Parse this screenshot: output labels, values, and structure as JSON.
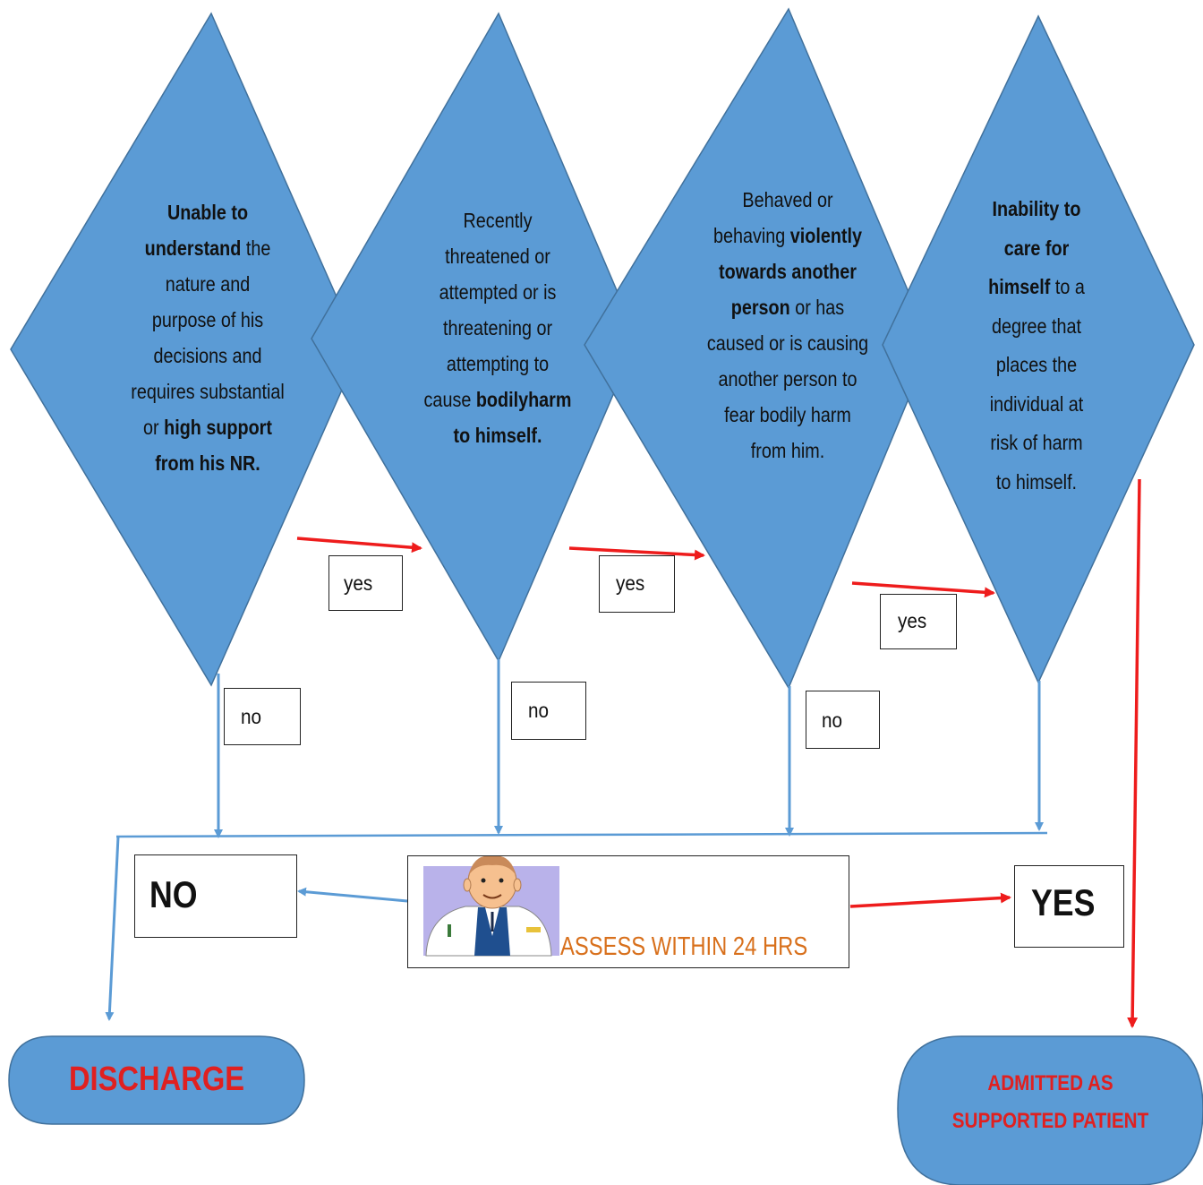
{
  "decisions": [
    {
      "id": "d1",
      "lines": [
        [
          {
            "t": "Unable to",
            "b": true
          }
        ],
        [
          {
            "t": "understand",
            "b": true
          },
          {
            "t": " the",
            "b": false
          }
        ],
        [
          {
            "t": "nature and",
            "b": false
          }
        ],
        [
          {
            "t": "purpose of his",
            "b": false
          }
        ],
        [
          {
            "t": "decisions and",
            "b": false
          }
        ],
        [
          {
            "t": "requires substantial",
            "b": false
          }
        ],
        [
          {
            "t": "or ",
            "b": false
          },
          {
            "t": "high support",
            "b": true
          }
        ],
        [
          {
            "t": "from his NR.",
            "b": true
          }
        ]
      ]
    },
    {
      "id": "d2",
      "lines": [
        [
          {
            "t": "Recently",
            "b": false
          }
        ],
        [
          {
            "t": "threatened or",
            "b": false
          }
        ],
        [
          {
            "t": "attempted or is",
            "b": false
          }
        ],
        [
          {
            "t": "threatening or",
            "b": false
          }
        ],
        [
          {
            "t": "attempting to",
            "b": false
          }
        ],
        [
          {
            "t": "cause ",
            "b": false
          },
          {
            "t": "bodilyharm",
            "b": true
          }
        ],
        [
          {
            "t": "to himself.",
            "b": true
          }
        ]
      ]
    },
    {
      "id": "d3",
      "lines": [
        [
          {
            "t": "Behaved or",
            "b": false
          }
        ],
        [
          {
            "t": "behaving ",
            "b": false
          },
          {
            "t": "violently",
            "b": true
          }
        ],
        [
          {
            "t": "towards another",
            "b": true
          }
        ],
        [
          {
            "t": "person",
            "b": true
          },
          {
            "t": " or has",
            "b": false
          }
        ],
        [
          {
            "t": "caused or is causing",
            "b": false
          }
        ],
        [
          {
            "t": "another person to",
            "b": false
          }
        ],
        [
          {
            "t": "fear bodily harm",
            "b": false
          }
        ],
        [
          {
            "t": "from him.",
            "b": false
          }
        ]
      ]
    },
    {
      "id": "d4",
      "lines": [
        [
          {
            "t": "Inability to",
            "b": true
          }
        ],
        [
          {
            "t": "care for",
            "b": true
          }
        ],
        [
          {
            "t": "himself",
            "b": true
          },
          {
            "t": " to a",
            "b": false
          }
        ],
        [
          {
            "t": "degree that",
            "b": false
          }
        ],
        [
          {
            "t": "places the",
            "b": false
          }
        ],
        [
          {
            "t": "individual at",
            "b": false
          }
        ],
        [
          {
            "t": "risk of harm",
            "b": false
          }
        ],
        [
          {
            "t": "to himself.",
            "b": false
          }
        ]
      ]
    }
  ],
  "labels": {
    "yes": "yes",
    "no": "no"
  },
  "outcomes": {
    "no": "NO",
    "yes": "YES",
    "assess": "ASSESS WITHIN 24 HRS",
    "discharge": "DISCHARGE",
    "admitted_line1": "ADMITTED AS",
    "admitted_line2": "SUPPORTED PATIENT"
  },
  "colors": {
    "diamond_fill": "#5b9bd5",
    "diamond_stroke": "#41719c",
    "blue_connector": "#5b9bd5",
    "red_connector": "#ee1c1c",
    "terminal_text": "#e02020",
    "assess_text": "#d8701c"
  },
  "icons": [
    "doctor-icon"
  ]
}
